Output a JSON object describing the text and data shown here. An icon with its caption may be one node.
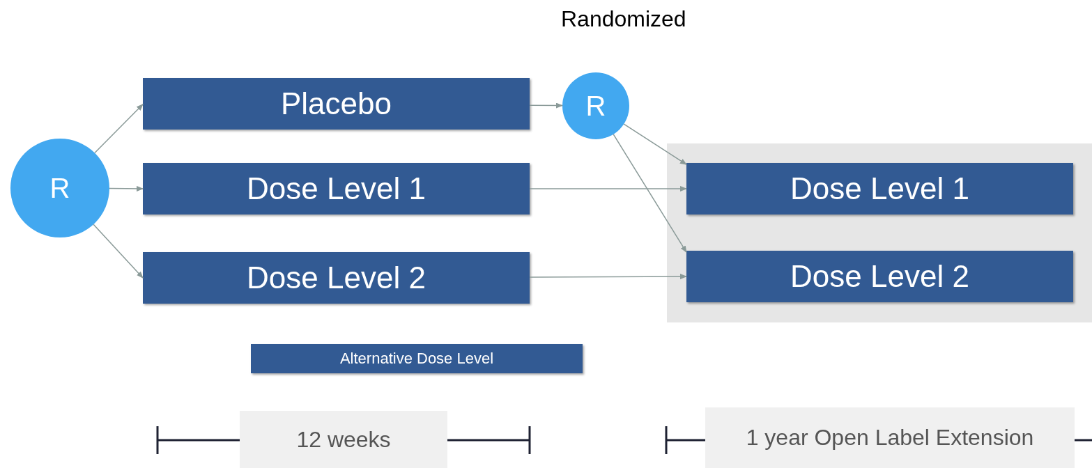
{
  "diagram": {
    "nodes": [
      {
        "text": [
          "R"
        ]
      },
      {
        "text": [
          "Placebo"
        ]
      },
      {
        "text": [
          "Dose Level 1"
        ]
      },
      {
        "text": [
          "Dose Level 2"
        ]
      },
      {
        "text": [
          "R"
        ],
        "beside": [
          "Randomized"
        ]
      },
      {
        "text": [],
        "shape": "box"
      },
      {
        "text": [
          "Dose Level 1"
        ],
        "in": 5
      },
      {
        "text": [
          "Dose Level 2"
        ],
        "in": 5
      },
      {
        "text": [
          "Alternative Dose Level"
        ]
      },
      {
        "text": [
          "12 weeks"
        ]
      },
      {
        "text": [
          "1 year Open Label Extension"
        ]
      }
    ],
    "edges": [
      {
        "from": 0,
        "to": 1,
        "arrow": "to"
      },
      {
        "from": 0,
        "to": 2,
        "arrow": "to"
      },
      {
        "from": 0,
        "to": 3,
        "arrow": "to"
      },
      {
        "from": 1,
        "to": 4,
        "arrow": "to"
      },
      {
        "from": 4,
        "to": 6,
        "arrow": "to"
      },
      {
        "from": 4,
        "to": 7,
        "arrow": "to"
      },
      {
        "from": 2,
        "to": 6,
        "arrow": "to"
      },
      {
        "from": 3,
        "to": 7,
        "arrow": "to"
      }
    ]
  }
}
